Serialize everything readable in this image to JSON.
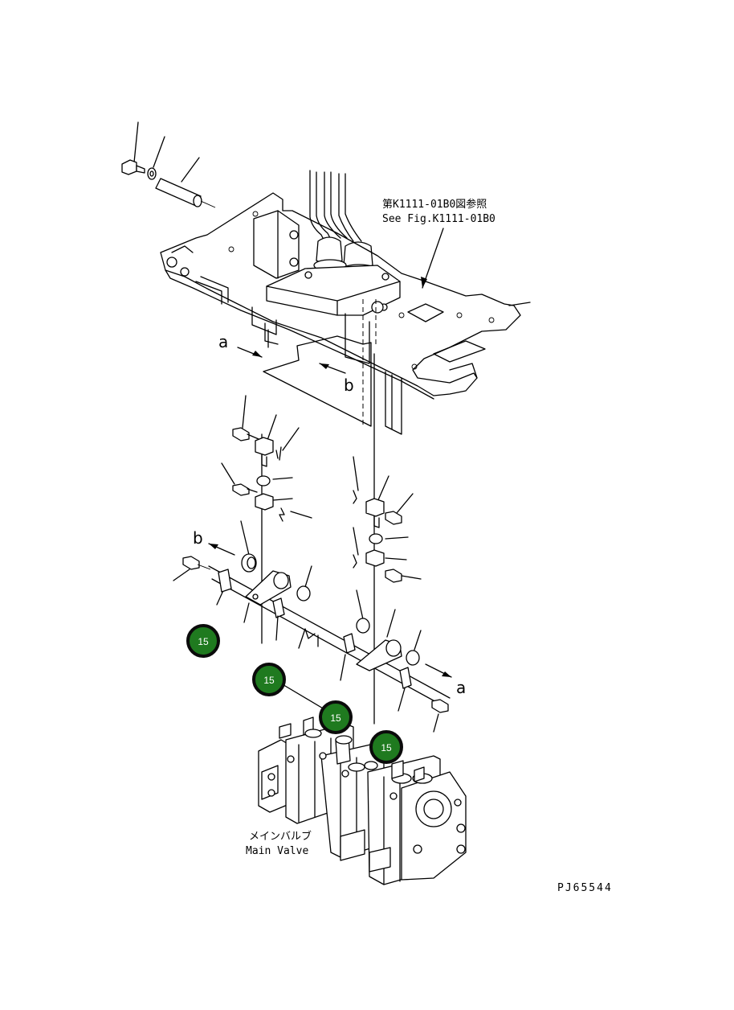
{
  "reference": {
    "line_jp": "第K1111-01B0図参照",
    "line_en": "See Fig.K1111-01B0"
  },
  "view_labels": {
    "a_top": "a",
    "b_top": "b",
    "b_mid": "b",
    "a_bottom": "a"
  },
  "main_valve": {
    "label_jp": "メインバルブ",
    "label_en": "Main Valve"
  },
  "part_badges": [
    {
      "number": "15"
    },
    {
      "number": "15"
    },
    {
      "number": "15"
    },
    {
      "number": "15"
    }
  ],
  "figure_code": "PJ65544",
  "colors": {
    "badge_fill": "#1f7a1f",
    "badge_ring": "#0b0b0b",
    "badge_text": "#ffffff",
    "line": "#000000",
    "background": "#ffffff"
  }
}
